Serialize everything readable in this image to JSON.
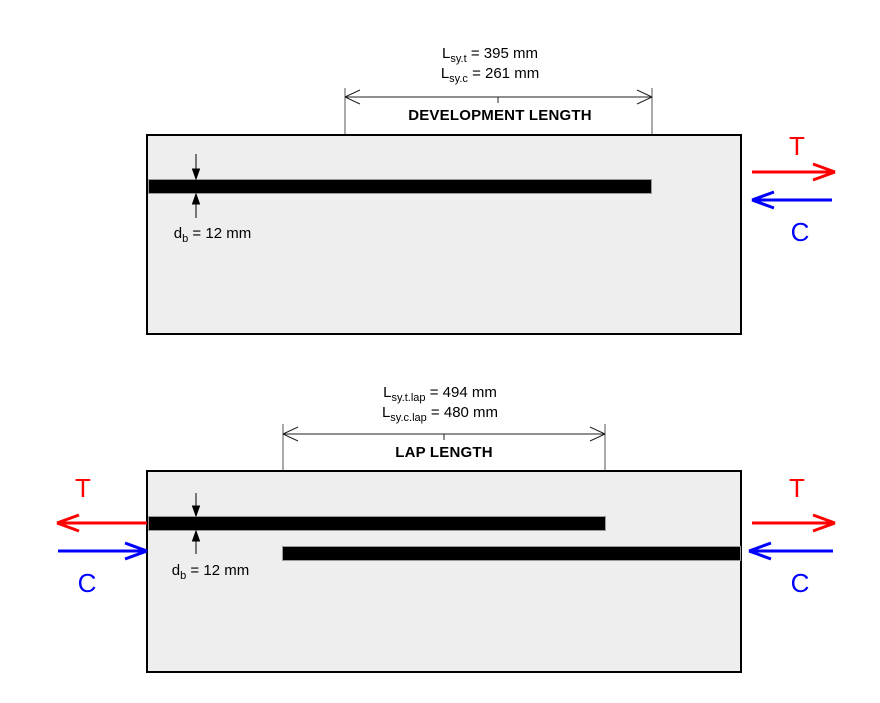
{
  "colors": {
    "background": "#ffffff",
    "concrete_fill": "#eeeeee",
    "concrete_border": "#000000",
    "rebar": "#000000",
    "dimension_line": "#222222",
    "tension": "#ff0000",
    "compression": "#0000ff"
  },
  "development": {
    "dim_value_tension": {
      "symbol": "L",
      "subscript": "sy.t",
      "equals": " = 395 mm"
    },
    "dim_value_compression": {
      "symbol": "L",
      "subscript": "sy.c",
      "equals": " = 261 mm"
    },
    "dim_caption": "DEVELOPMENT LENGTH",
    "bar_diameter": {
      "symbol": "d",
      "subscript": "b",
      "equals": " = 12 mm"
    },
    "right_tension_label": "T",
    "right_compression_label": "C"
  },
  "lap": {
    "dim_value_tension": {
      "symbol": "L",
      "subscript": "sy.t.lap",
      "equals": " = 494 mm"
    },
    "dim_value_compression": {
      "symbol": "L",
      "subscript": "sy.c.lap",
      "equals": " = 480 mm"
    },
    "dim_caption": "LAP LENGTH",
    "bar_diameter": {
      "symbol": "d",
      "subscript": "b",
      "equals": " = 12 mm"
    },
    "left_tension_label": "T",
    "left_compression_label": "C",
    "right_tension_label": "T",
    "right_compression_label": "C"
  }
}
